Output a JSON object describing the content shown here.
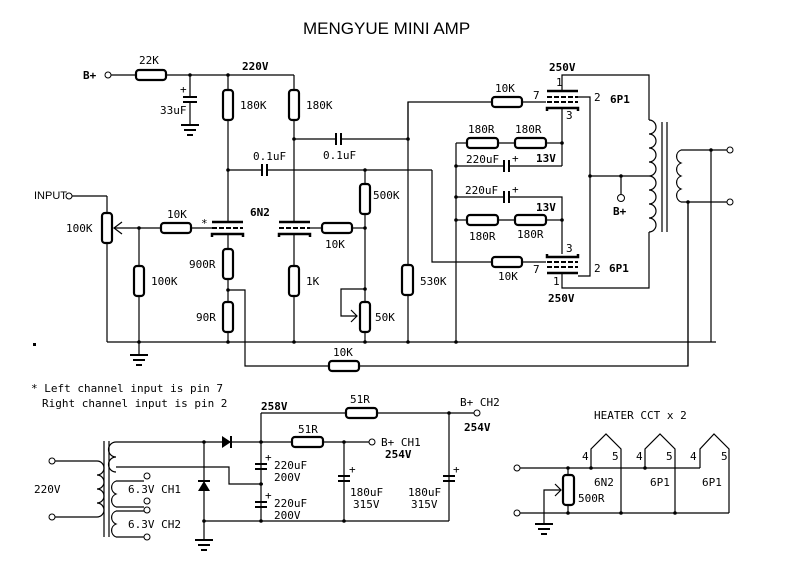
{
  "title": "MENGYUE MINI AMP",
  "preamp": {
    "bplus_label": "B+",
    "r_22k": "22K",
    "node_220v": "220V",
    "c_33uf": "33uF",
    "c_plus": "+",
    "r_180k_a": "180K",
    "r_180k_b": "180K",
    "c_01uf_a": "0.1uF",
    "c_01uf_b": "0.1uF",
    "input_label": "INPUT",
    "pot_100k": "100K",
    "r_10k_in": "10K",
    "asterisk": "*",
    "r_100k": "100K",
    "tube_6n2": "6N2",
    "r_900r": "900R",
    "r_90r": "90R",
    "r_1k": "1K",
    "r_10k_grid": "10K",
    "r_500k": "500K",
    "pot_50k": "50K",
    "r_530k": "530K",
    "r_10k_fb": "10K"
  },
  "output_stage": {
    "top": {
      "voltage": "250V",
      "tube": "6P1",
      "grid_r": "10K",
      "pin_plate": "1",
      "pin_grid": "7",
      "pin_screen": "2",
      "pin_cathode": "3",
      "cathode_r1": "180R",
      "cathode_r2": "180R",
      "cathode_c": "220uF",
      "cathode_v": "13V"
    },
    "bottom": {
      "voltage": "250V",
      "tube": "6P1",
      "grid_r": "10K",
      "pin_plate": "1",
      "pin_grid": "7",
      "pin_screen": "2",
      "pin_cathode": "3",
      "cathode_r1": "180R",
      "cathode_r2": "180R",
      "cathode_c": "220uF",
      "cathode_v": "13V"
    },
    "ct_bplus": "B+"
  },
  "note": {
    "line1": "* Left channel input is pin 7",
    "line2": "Right channel input is pin 2"
  },
  "power_supply": {
    "mains": "220V",
    "heater_ch1": "6.3V CH1",
    "heater_ch2": "6.3V CH2",
    "node_258v": "258V",
    "r_51r_top": "51R",
    "r_51r_mid": "51R",
    "bplus_ch1": "B+ CH1",
    "bplus_ch1_v": "254V",
    "bplus_ch2": "B+ CH2",
    "bplus_ch2_v": "254V",
    "c1_value": "220uF",
    "c1_rating": "200V",
    "c2_value": "220uF",
    "c2_rating": "200V",
    "c3_value": "180uF",
    "c3_rating": "315V",
    "c4_value": "180uF",
    "c4_rating": "315V",
    "plus": "+"
  },
  "heater": {
    "title": "HEATER CCT x 2",
    "pot": "500R",
    "tubes": [
      {
        "name": "6N2",
        "pin_a": "4",
        "pin_b": "5"
      },
      {
        "name": "6P1",
        "pin_a": "4",
        "pin_b": "5"
      },
      {
        "name": "6P1",
        "pin_a": "4",
        "pin_b": "5"
      }
    ]
  }
}
